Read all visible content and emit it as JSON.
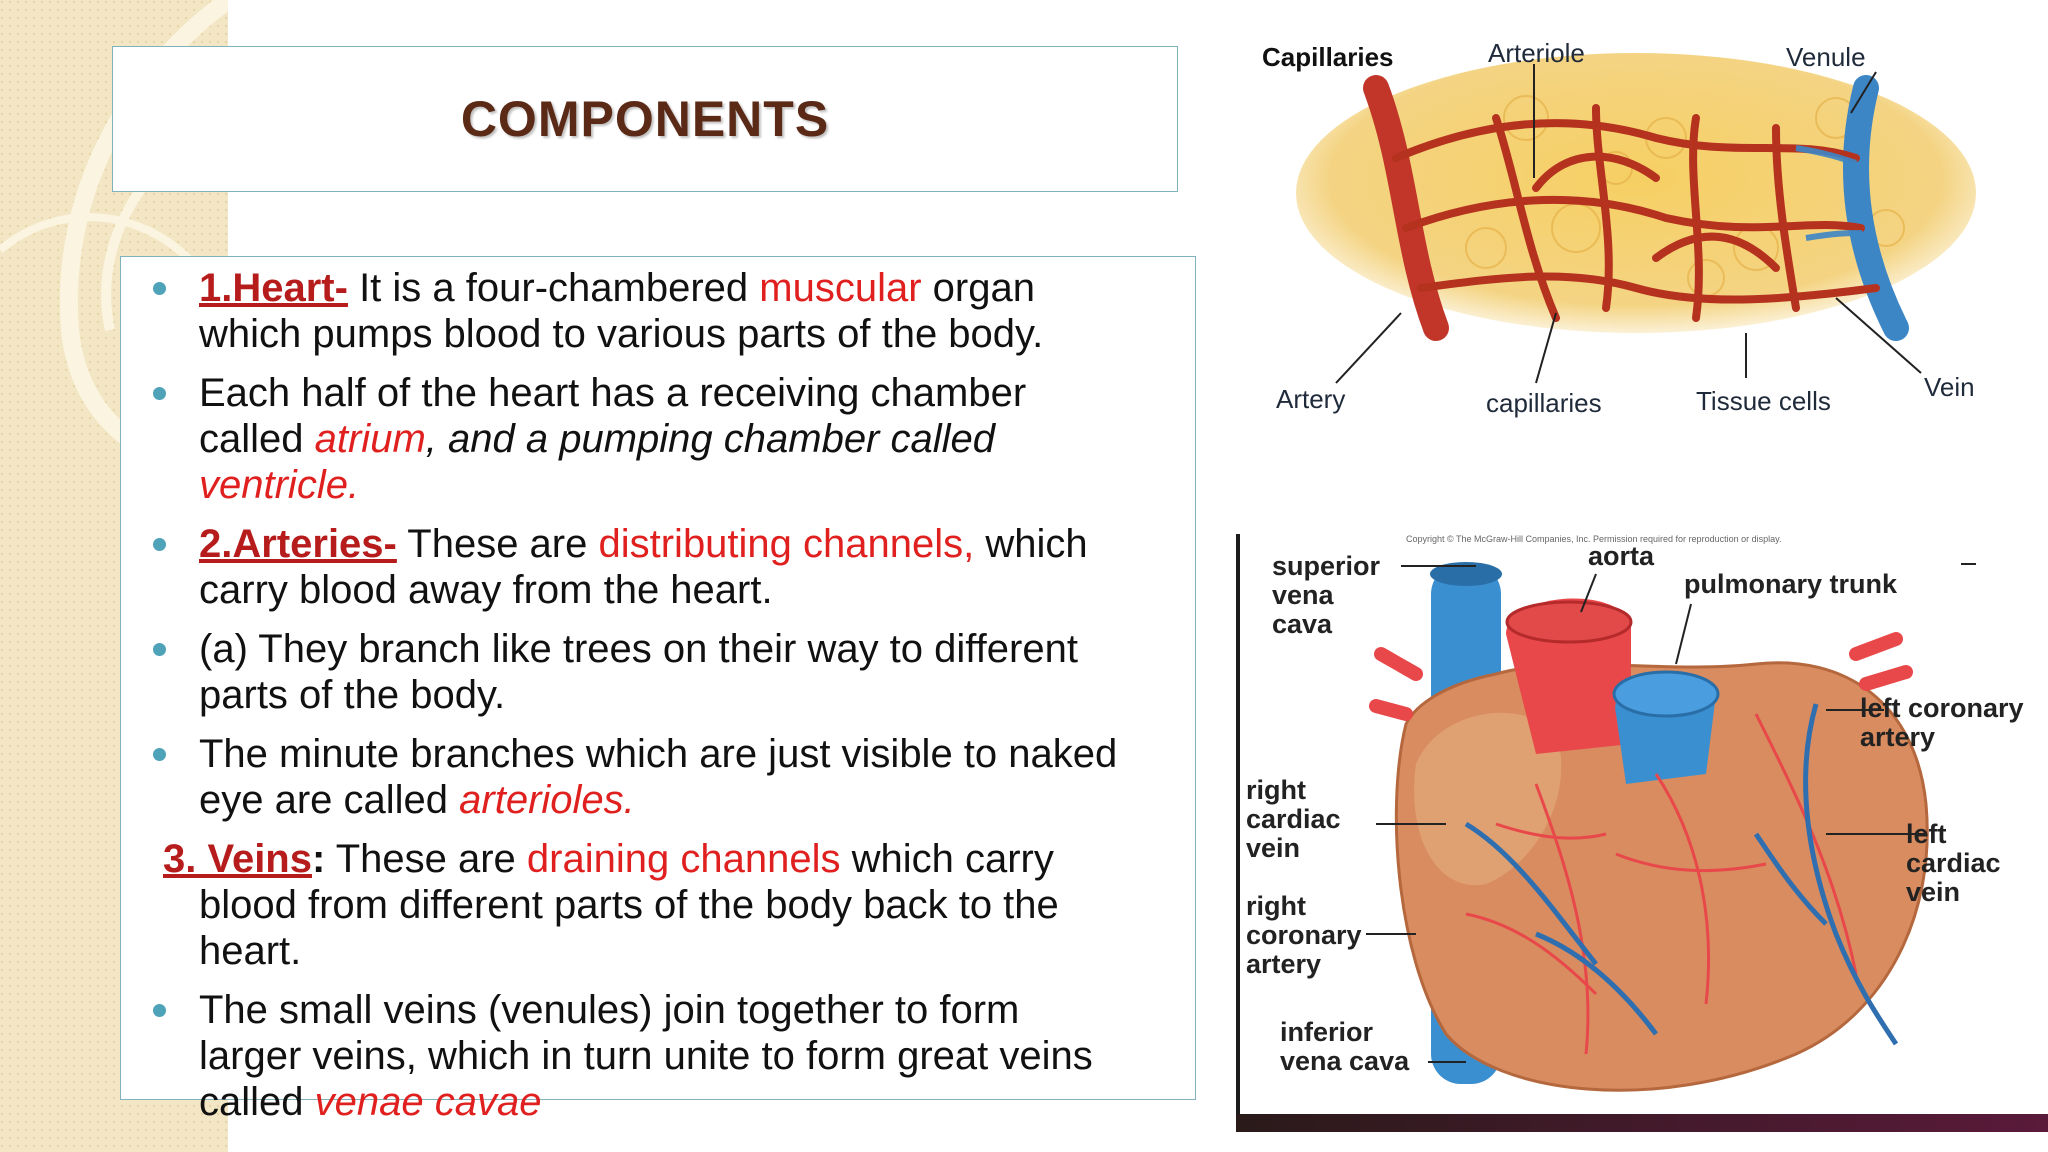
{
  "slide": {
    "title": "COMPONENTS",
    "colors": {
      "accent_red": "#e0201f",
      "heading_red": "#b71c1c",
      "title_brown": "#5b2a17",
      "bullet_teal": "#4fa3b8",
      "strip_cream": "#f3e6c4"
    }
  },
  "content": {
    "p1": {
      "head": "1.Heart-",
      "t1": " It is a four-chambered ",
      "r1": "muscular",
      "t2": " organ",
      "line2": "which pumps blood to various parts of the body."
    },
    "p2": {
      "line1": "Each half of the heart has a receiving chamber",
      "t1": "called ",
      "r1": "atrium",
      "i1": ", and a pumping chamber called",
      "r2": "ventricle",
      "i2": "."
    },
    "p3": {
      "head": "2.Arteries-",
      "t1": " These are ",
      "r1": "distributing channels,",
      "t2": " which",
      "line2": "carry blood away from the heart."
    },
    "p4": {
      "line1": "(a) They branch like trees on their way to different",
      "line2": "parts of the body."
    },
    "p5": {
      "line1": "The minute branches which are just visible to naked",
      "t1": "eye are called ",
      "r1": "arterioles."
    },
    "p6": {
      "head": "3. Veins",
      "colon": ":",
      "t1": " These are ",
      "r1": "draining channels",
      "t2": " which carry",
      "line2": "blood from different parts of the body back to the",
      "line3": "heart."
    },
    "p7": {
      "line1": "The small veins (venules) join together to form",
      "line2": "larger veins, which in turn unite to form great veins",
      "t1": "called ",
      "r1": "venae cavae"
    }
  },
  "capillary_figure": {
    "labels": {
      "capillaries_title": "Capillaries",
      "arteriole": "Arteriole",
      "venule": "Venule",
      "artery": "Artery",
      "capillaries": "capillaries",
      "tissue_cells": "Tissue cells",
      "vein": "Vein"
    },
    "colors": {
      "artery": "#c2362a",
      "vein": "#3d86c6",
      "tissue": "#f0c860"
    }
  },
  "heart_figure": {
    "copyright": "Copyright © The McGraw-Hill Companies, Inc. Permission required for reproduction or display.",
    "labels": {
      "svc": [
        "superior",
        "vena",
        "cava"
      ],
      "aorta": "aorta",
      "pulmonary_trunk": "pulmonary trunk",
      "left_coronary_artery": [
        "left coronary",
        "artery"
      ],
      "right_cardiac_vein": [
        "right",
        "cardiac",
        "vein"
      ],
      "left_cardiac_vein": [
        "left",
        "cardiac",
        "vein"
      ],
      "right_coronary_artery": [
        "right",
        "coronary",
        "artery"
      ],
      "ivc": [
        "inferior",
        "vena cava"
      ]
    },
    "colors": {
      "muscle": "#d98c5f",
      "vessel_red": "#e8484a",
      "vessel_blue": "#3388cc"
    }
  }
}
